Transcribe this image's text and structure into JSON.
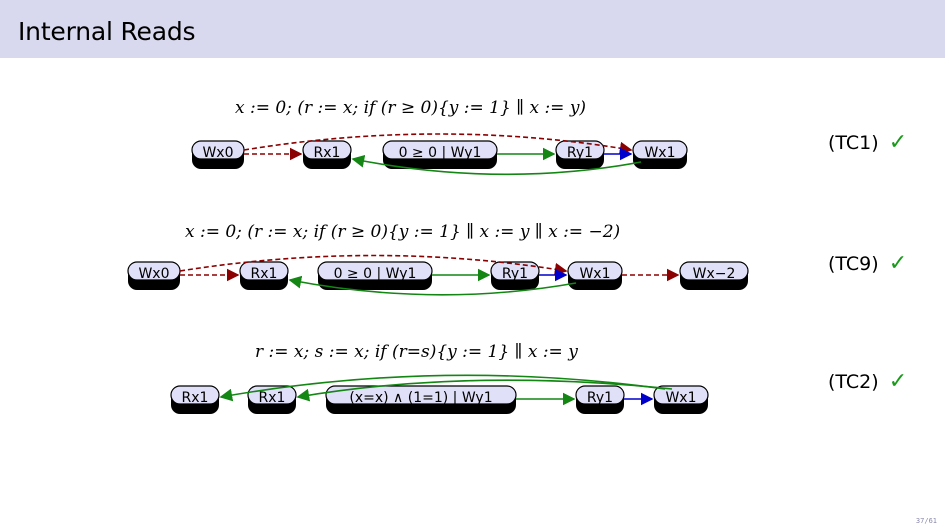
{
  "title": "Internal Reads",
  "page": "37/61",
  "tests": [
    {
      "program": "x := 0; (r := x; if (r ≥ 0){y := 1} ∥ x := y)",
      "tag": "(TC1)",
      "check": "✓",
      "nodes": [
        "Wx0",
        "Rx1",
        "0 ≥ 0 | Wy1",
        "Ry1",
        "Wx1"
      ]
    },
    {
      "program": "x := 0; (r := x; if (r ≥ 0){y := 1} ∥ x := y ∥ x := −2)",
      "tag": "(TC9)",
      "check": "✓",
      "nodes": [
        "Wx0",
        "Rx1",
        "0 ≥ 0 | Wy1",
        "Ry1",
        "Wx1",
        "Wx−2"
      ]
    },
    {
      "program": "r := x; s := x; if (r=s){y := 1} ∥ x := y",
      "tag": "(TC2)",
      "check": "✓",
      "nodes": [
        "Rx1",
        "Rx1",
        "(x=x) ∧ (1=1) | Wy1",
        "Ry1",
        "Wx1"
      ]
    }
  ],
  "colors": {
    "po": "#0000cc",
    "rf": "#138613",
    "co": "#8b0000",
    "node_fill": "#e0e0f8",
    "header": "#d8d8ee"
  }
}
